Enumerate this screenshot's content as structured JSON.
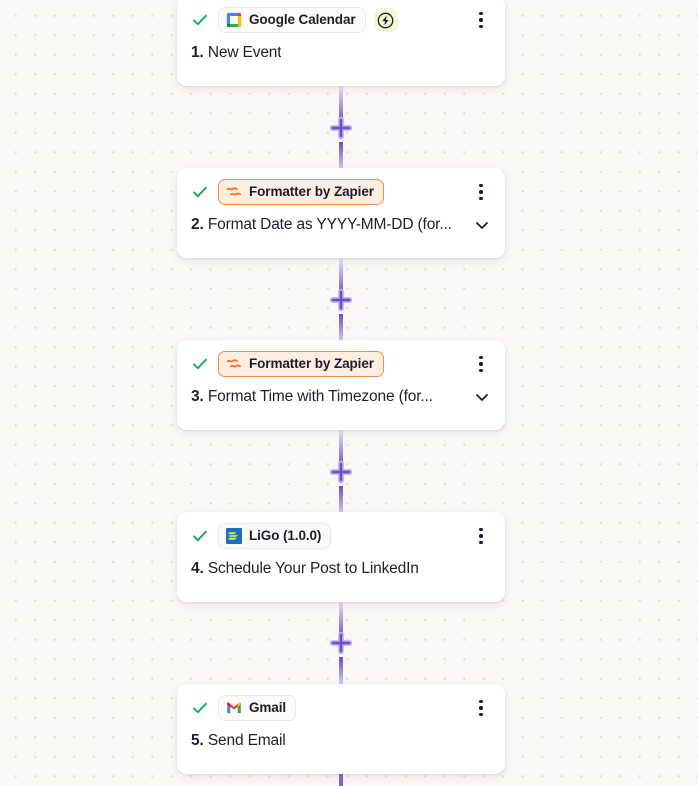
{
  "canvas": {
    "background_color": "#faf7f6",
    "dot_color": "#e7ded9",
    "connector_color": "#6b4fc4",
    "add_step_label": "+"
  },
  "steps": [
    {
      "number": "1.",
      "title": "New Event",
      "app_name": "Google Calendar",
      "app_icon": "google-calendar-icon",
      "status_icon": "green-check-icon",
      "menu_icon": "kebab-menu-icon",
      "is_trigger": true,
      "trigger_icon": "lightning-bolt-icon",
      "expandable": false,
      "chip_style": "neutral"
    },
    {
      "number": "2.",
      "title": "Format Date as YYYY-MM-DD (for...",
      "app_name": "Formatter by Zapier",
      "app_icon": "formatter-icon",
      "status_icon": "green-check-icon",
      "menu_icon": "kebab-menu-icon",
      "is_trigger": false,
      "expandable": true,
      "chevron_icon": "chevron-down-icon",
      "chip_style": "formatter"
    },
    {
      "number": "3.",
      "title": "Format Time with Timezone (for...",
      "app_name": "Formatter by Zapier",
      "app_icon": "formatter-icon",
      "status_icon": "green-check-icon",
      "menu_icon": "kebab-menu-icon",
      "is_trigger": false,
      "expandable": true,
      "chevron_icon": "chevron-down-icon",
      "chip_style": "formatter"
    },
    {
      "number": "4.",
      "title": "Schedule Your Post to LinkedIn",
      "app_name": "LiGo (1.0.0)",
      "app_icon": "ligo-icon",
      "status_icon": "green-check-icon",
      "menu_icon": "kebab-menu-icon",
      "is_trigger": false,
      "expandable": false,
      "chip_style": "neutral"
    },
    {
      "number": "5.",
      "title": "Send Email",
      "app_name": "Gmail",
      "app_icon": "gmail-icon",
      "status_icon": "green-check-icon",
      "menu_icon": "kebab-menu-icon",
      "is_trigger": false,
      "expandable": false,
      "chip_style": "neutral"
    }
  ]
}
